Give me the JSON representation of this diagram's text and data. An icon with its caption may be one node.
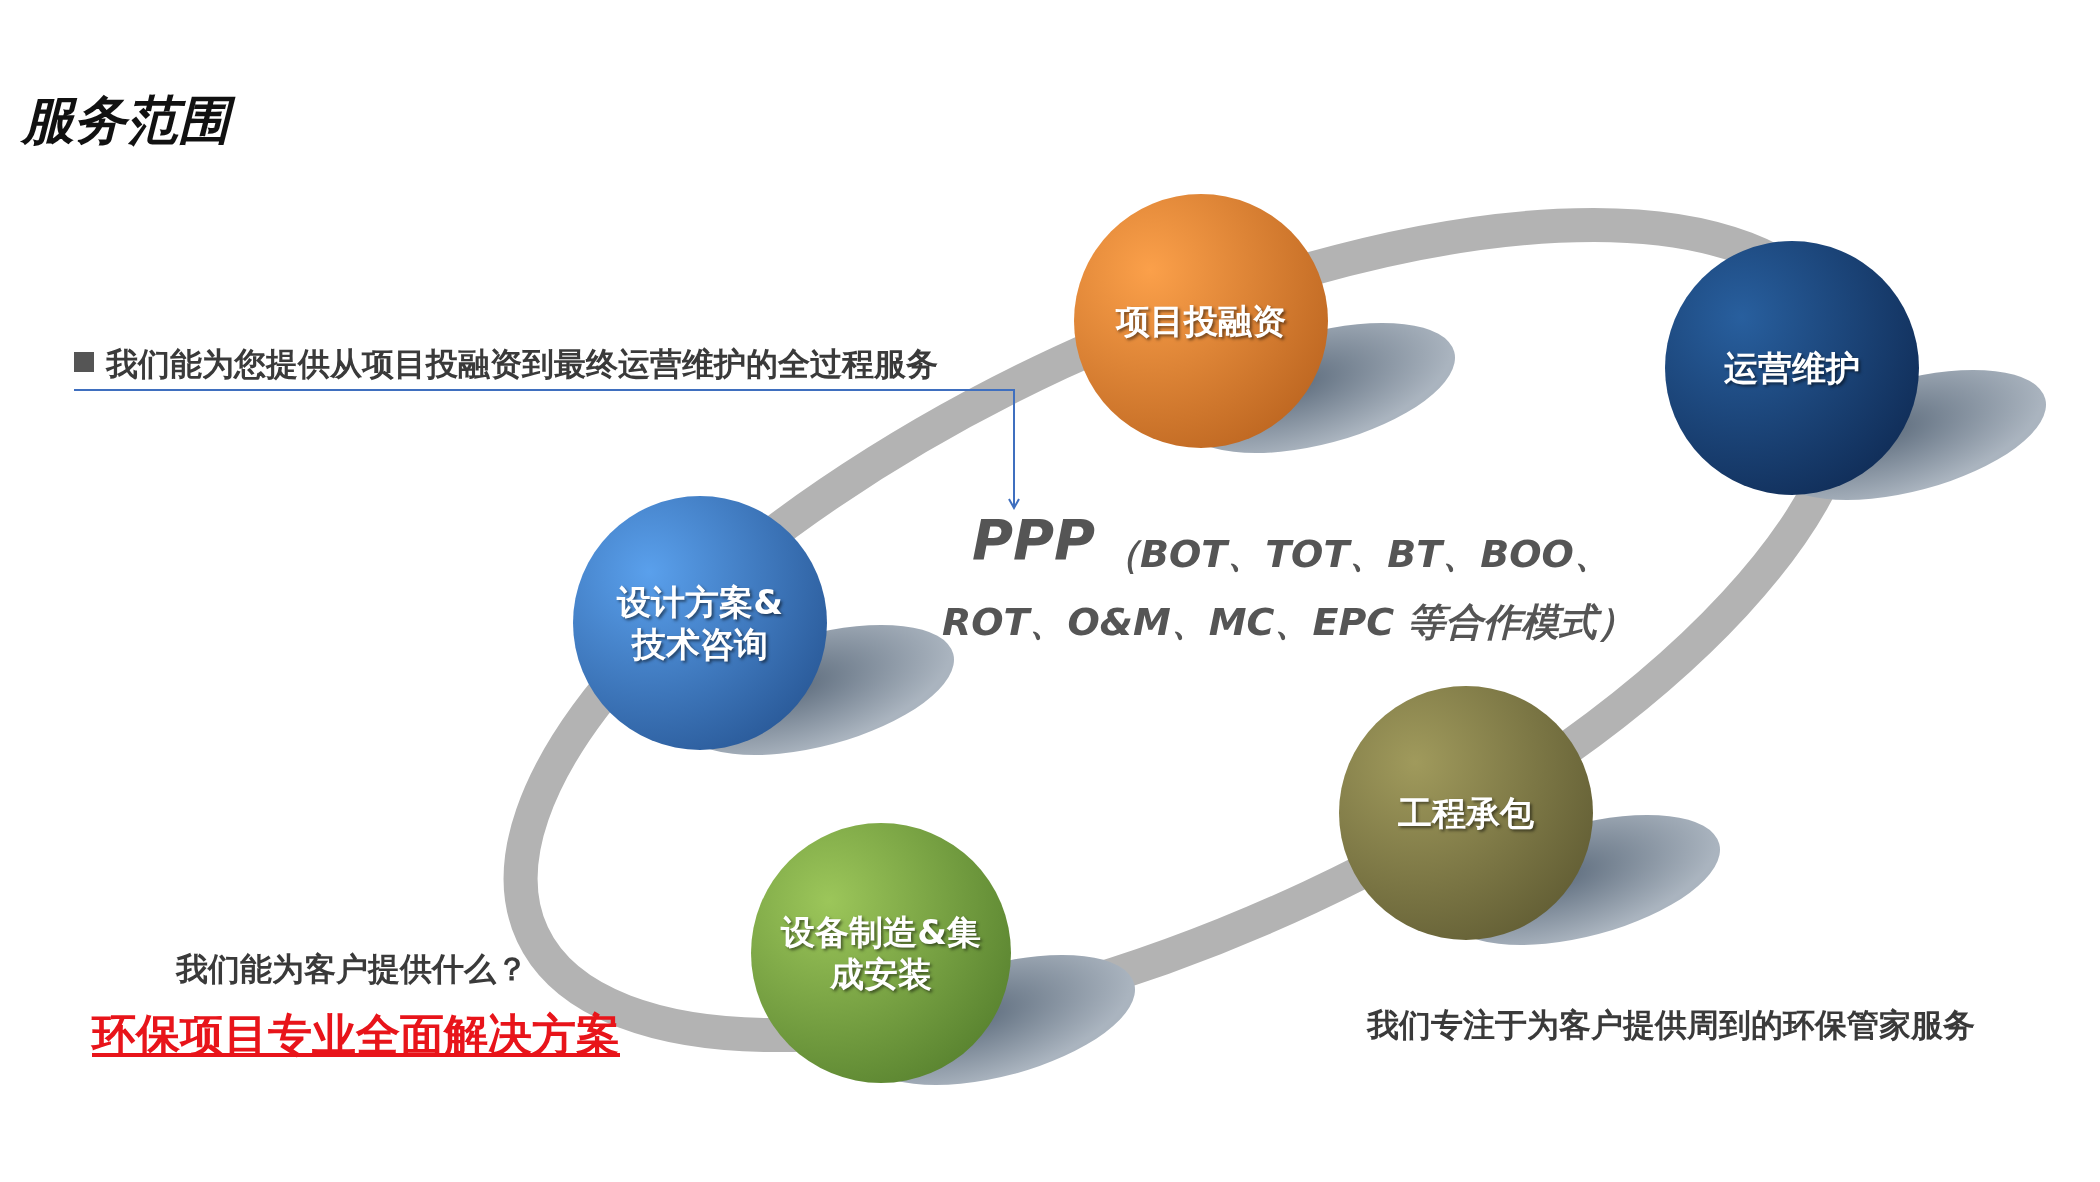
{
  "diagram": {
    "title": "服务范围",
    "nodes": [
      {
        "text": [
          "项目投融资"
        ]
      },
      {
        "text": [
          "运营维护"
        ]
      },
      {
        "text": [
          "我们能为您提供从项目投融资到最终运营维护的全过程服务"
        ]
      },
      {
        "text": [
          "设计方案&技术咨询"
        ]
      },
      {
        "text": [
          "PPP",
          "（BOT、TOT、BT、BOO、ROT、O&M、MC、EPC 等合作模式）"
        ]
      },
      {
        "text": [
          "工程承包"
        ]
      },
      {
        "text": [
          "设备制造&集成安装"
        ]
      }
    ],
    "edges": [
      {
        "from": 2,
        "to": 4,
        "arrow": "to"
      }
    ],
    "labels": [
      "我们能为客户提供什么？",
      "环保项目专业全面解决方案",
      "我们专注于为客户提供周到的环保管家服务"
    ]
  }
}
